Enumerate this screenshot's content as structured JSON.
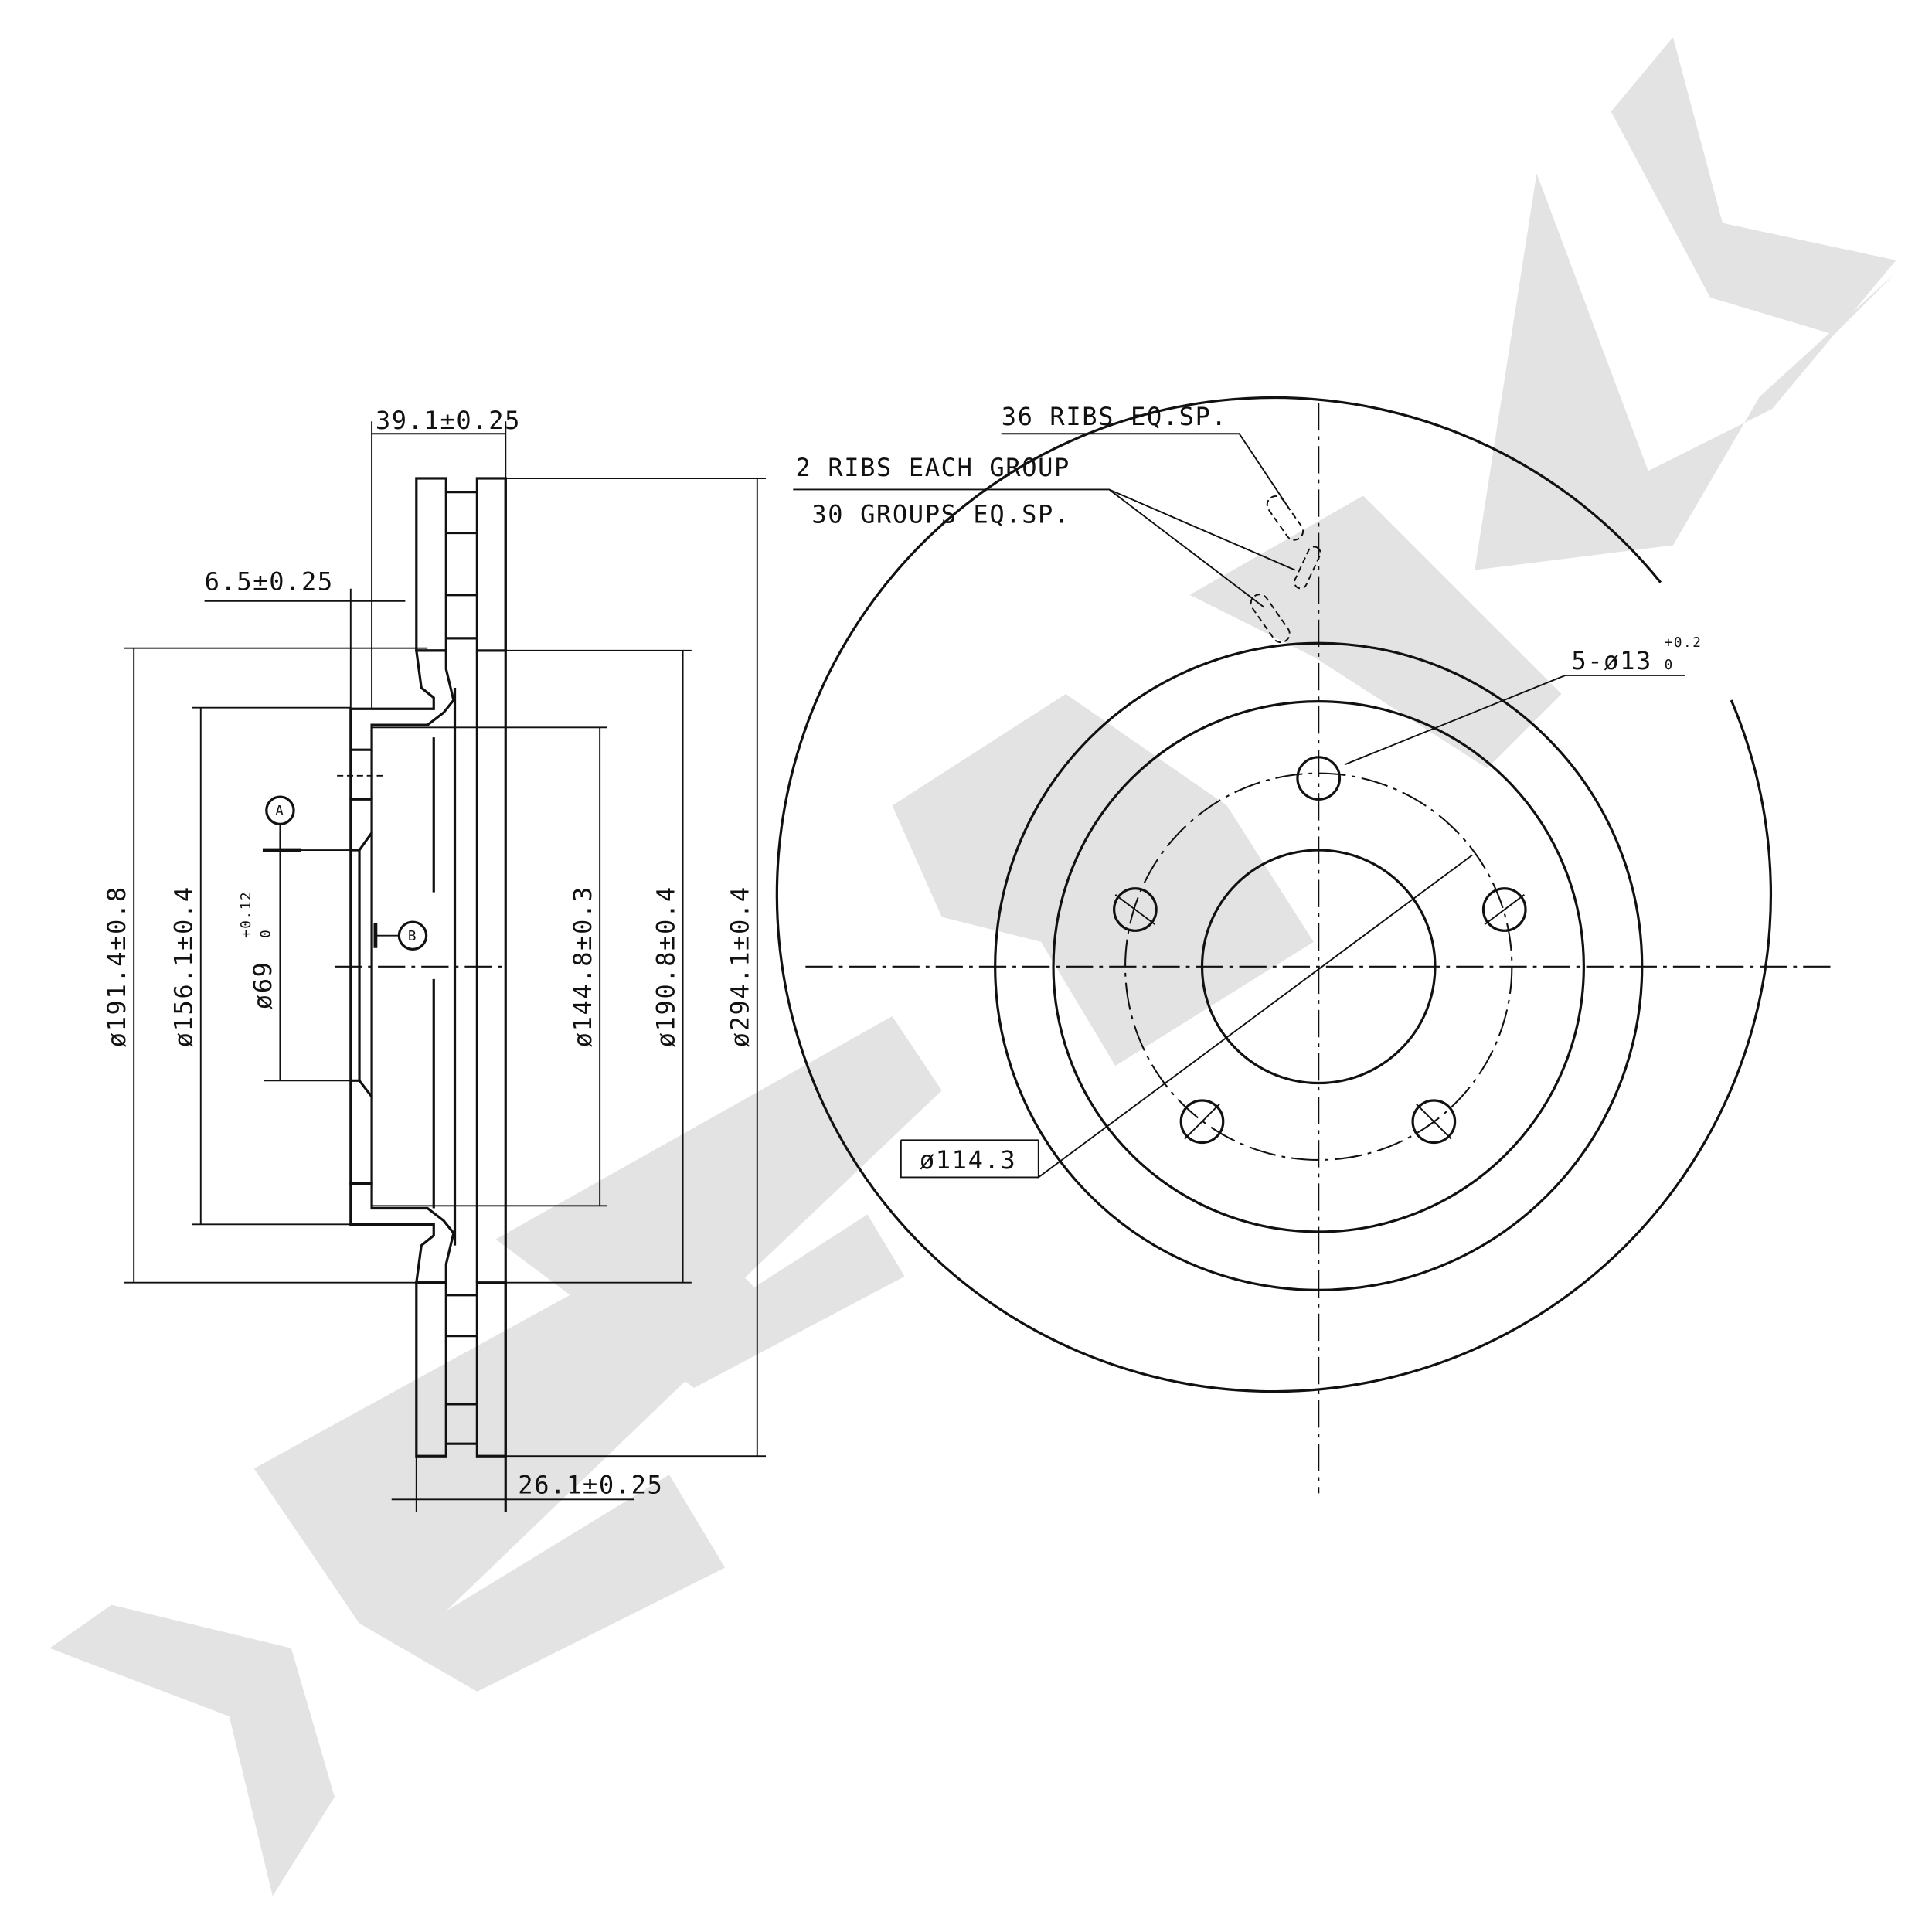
{
  "watermark": {
    "text": "ZENITEK",
    "color": "#e3e3e3"
  },
  "section_view": {
    "overall_height": "39.1±0.25",
    "hat_thickness": "6.5±0.25",
    "disc_thickness": "26.1±0.25",
    "dia_191": "ø191.4±0.8",
    "dia_156": "ø156.1±0.4",
    "dia_69": "ø69",
    "dia_69_tol_upper": "+0.12",
    "dia_69_tol_lower": "0",
    "dia_144": "ø144.8±0.3",
    "dia_190": "ø190.8±0.4",
    "dia_294": "ø294.1±0.4",
    "datum_a": "A",
    "datum_b": "B"
  },
  "front_view": {
    "ribs_note": "36 RIBS EQ.SP.",
    "ribs_group_note": "2 RIBS EACH GROUP",
    "groups_note": "30 GROUPS EQ.SP.",
    "bolt_holes": "5-ø13",
    "bolt_tol_upper": "+0.2",
    "bolt_tol_lower": "0",
    "pcd": "ø114.3"
  }
}
